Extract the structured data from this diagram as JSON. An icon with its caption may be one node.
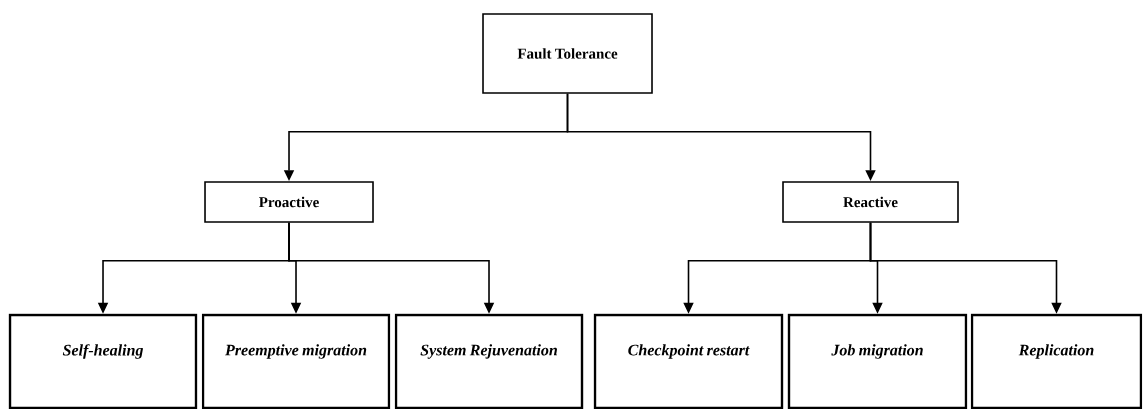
{
  "diagram": {
    "nodes": [
      {
        "text": [
          "Fault Tolerance"
        ]
      },
      {
        "text": [
          "Proactive"
        ]
      },
      {
        "text": [
          "Reactive"
        ]
      },
      {
        "text": [
          "Self-healing"
        ]
      },
      {
        "text": [
          "Preemptive migration"
        ]
      },
      {
        "text": [
          "System Rejuvenation"
        ]
      },
      {
        "text": [
          "Checkpoint restart"
        ]
      },
      {
        "text": [
          "Job migration"
        ]
      },
      {
        "text": [
          "Replication"
        ]
      }
    ],
    "edges": [
      {
        "from": 0,
        "to": 1,
        "arrow": "to"
      },
      {
        "from": 0,
        "to": 2,
        "arrow": "to"
      },
      {
        "from": 1,
        "to": 3,
        "arrow": "to"
      },
      {
        "from": 1,
        "to": 4,
        "arrow": "to"
      },
      {
        "from": 1,
        "to": 5,
        "arrow": "to"
      },
      {
        "from": 2,
        "to": 6,
        "arrow": "to"
      },
      {
        "from": 2,
        "to": 7,
        "arrow": "to"
      },
      {
        "from": 2,
        "to": 8,
        "arrow": "to"
      }
    ]
  }
}
